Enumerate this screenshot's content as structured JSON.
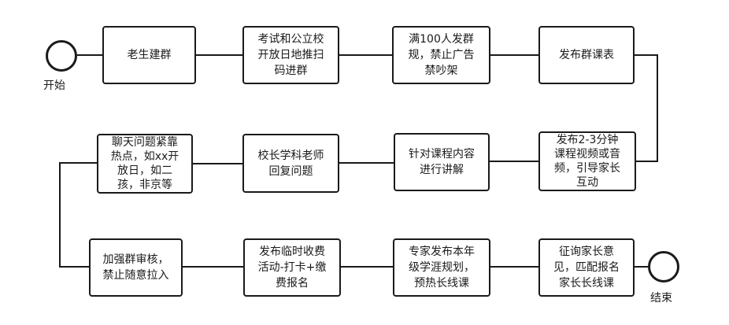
{
  "start": {
    "label": "开始"
  },
  "end": {
    "label": "结束"
  },
  "steps": [
    "老生建群",
    "考试和公立校\n开放日地推扫\n码进群",
    "满100人发群\n规，禁止广告\n禁吵架",
    "发布群课表",
    "发布2-3分钟\n课程视频或音\n频，引导家长\n互动",
    "针对课程内容\n进行讲解",
    "校长学科老师\n回复问题",
    "聊天问题紧靠\n热点，如xx开\n放日，如二\n孩，非京等",
    "加强群审核，\n禁止随意拉入",
    "发布临时收费\n活动-打卡+缴\n费报名",
    "专家发布本年\n级学涯规划，\n预热长线课",
    "征询家长意\n见，匹配报名\n家长长线课"
  ]
}
